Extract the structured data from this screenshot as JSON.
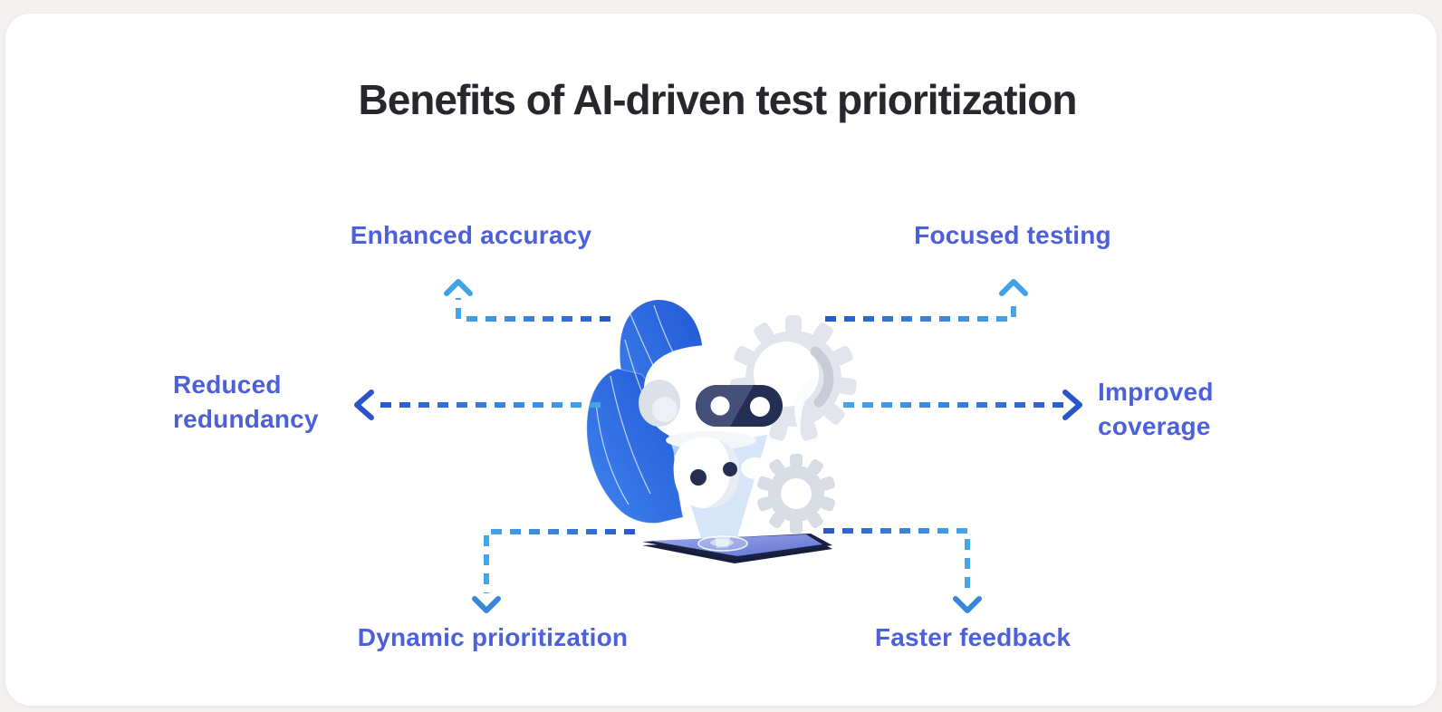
{
  "title": "Benefits of AI-driven test prioritization",
  "benefits": [
    {
      "id": "enhanced-accuracy",
      "label": "Enhanced accuracy",
      "position": "top-left"
    },
    {
      "id": "focused-testing",
      "label": "Focused testing",
      "position": "top-right"
    },
    {
      "id": "reduced-redundancy",
      "label": "Reduced redundancy",
      "position": "left"
    },
    {
      "id": "improved-coverage",
      "label": "Improved coverage",
      "position": "right"
    },
    {
      "id": "dynamic-prioritization",
      "label": "Dynamic prioritization",
      "position": "bottom-left"
    },
    {
      "id": "faster-feedback",
      "label": "Faster feedback",
      "position": "bottom-right"
    }
  ],
  "illustration": {
    "name": "robot-hologram-projected-from-tablet",
    "elements": [
      "leaf-background",
      "projection-beam",
      "robot-head",
      "robot-visor",
      "robot-body",
      "gear-large",
      "gear-small",
      "tablet",
      "hologram-glow"
    ]
  },
  "colors": {
    "page_background": "#f5f1f0",
    "card_background": "#ffffff",
    "title_text": "#26282e",
    "benefit_text": "#4d60db",
    "arrow_royal_blue": "#2b57c8",
    "arrow_sky_blue": "#46a5e8",
    "arrow_mid_blue": "#3a86da",
    "leaf_blue": "#2e6ee6",
    "visor_navy": "#242e52",
    "gear_gray": "#e2e5eb",
    "tablet_screen_purple": "#7d8ce0"
  }
}
